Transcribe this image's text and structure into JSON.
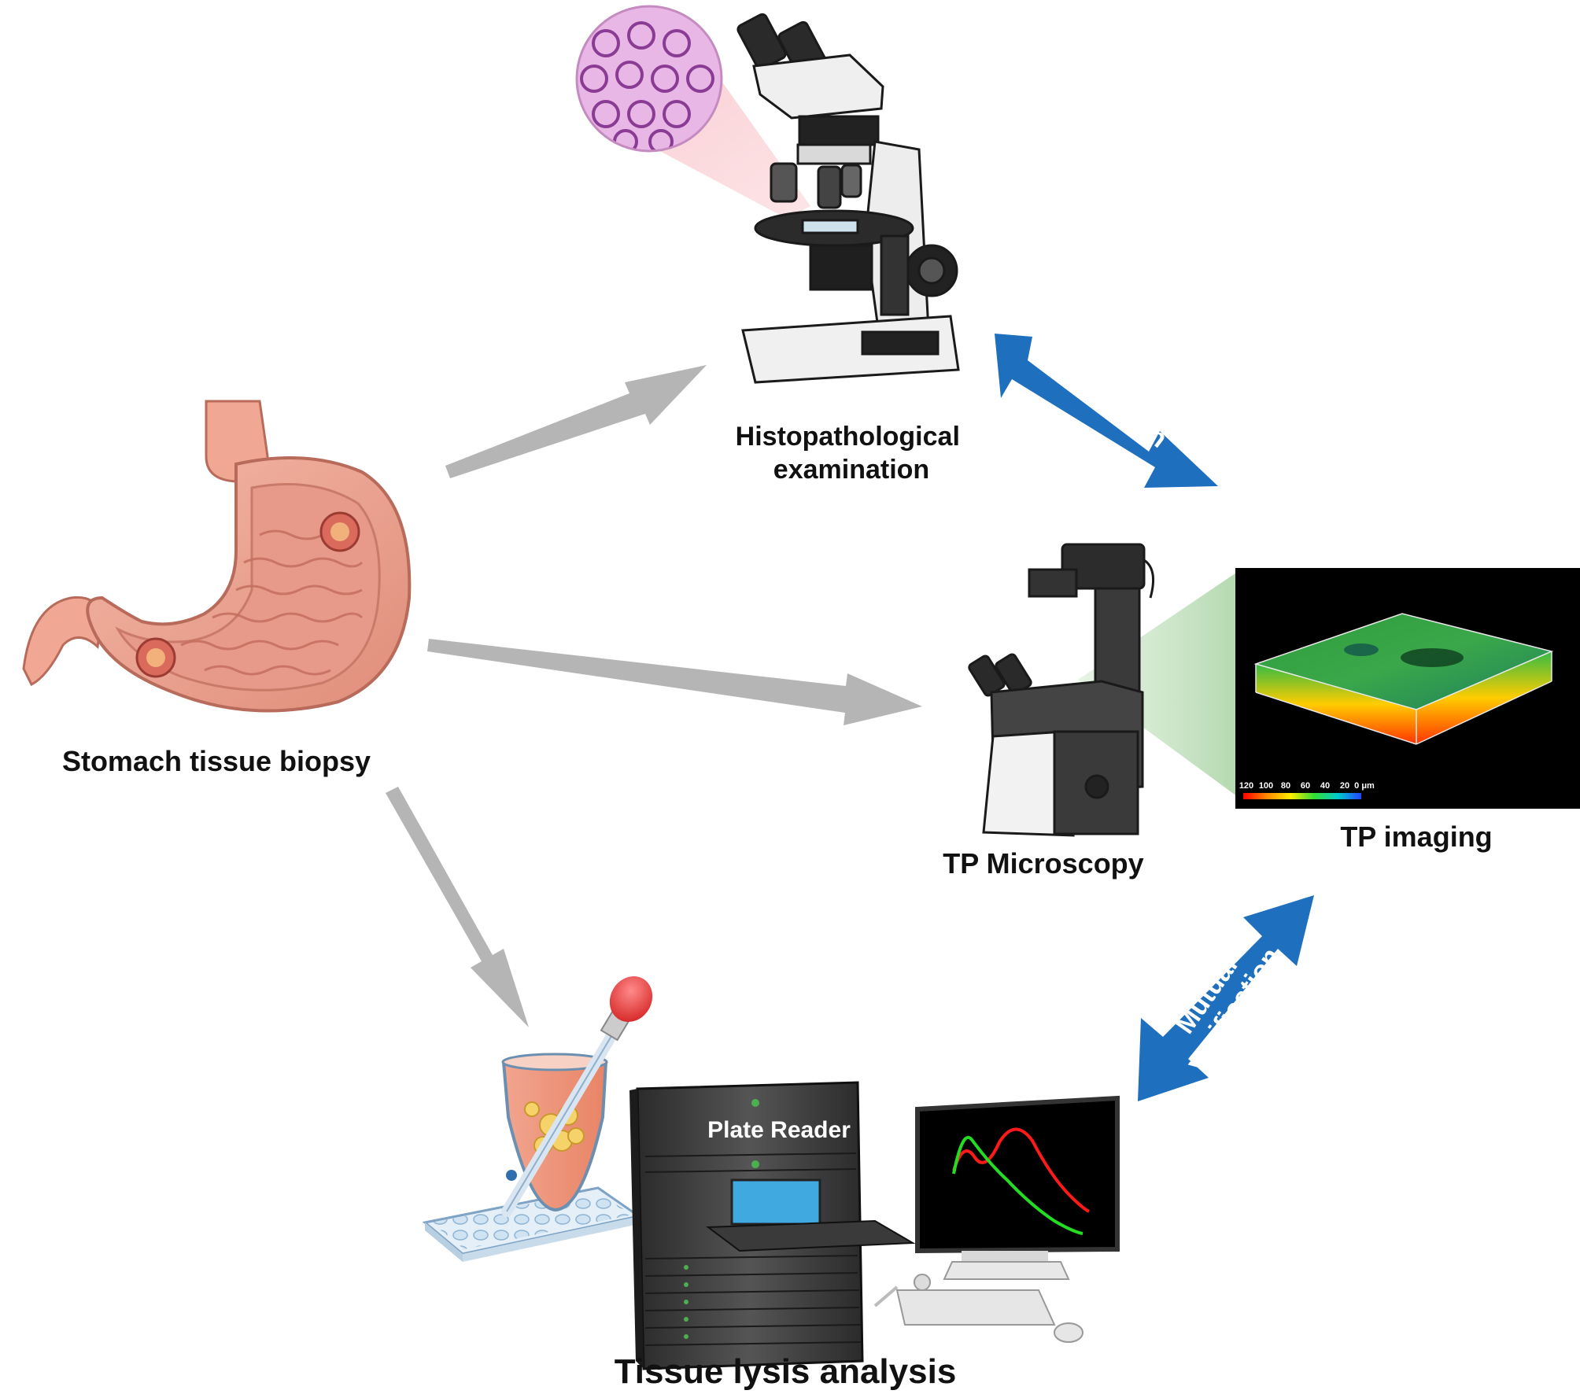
{
  "labels": {
    "stomach": "Stomach tissue biopsy",
    "histo_line1": "Histopathological",
    "histo_line2": "examination",
    "tp_microscopy": "TP Microscopy",
    "tp_imaging": "TP imaging",
    "tissue_lysis": "Tissue lysis analysis",
    "plate_reader": "Plate Reader"
  },
  "mutual_verification": {
    "word1": "Mutual",
    "word2": "verification"
  },
  "scale_bar": {
    "ticks": [
      "120",
      "100",
      "80",
      "60",
      "40",
      "20",
      "0 μm"
    ]
  },
  "colors": {
    "flow_arrow": "#b5b5b5",
    "mutual_arrow": "#1f6fbf",
    "tp_image_bg": "#000000",
    "curve_red": "#ff1a1a",
    "curve_green": "#22dd22"
  },
  "icons": {
    "stomach": "stomach-illustration",
    "microscope": "upright-microscope",
    "tp_microscope": "inverted-two-photon-microscope",
    "plate_reader": "plate-reader-machine",
    "monitor": "computer-monitor",
    "test_tube": "test-tube-with-pipette",
    "well_plate": "well-plate"
  }
}
